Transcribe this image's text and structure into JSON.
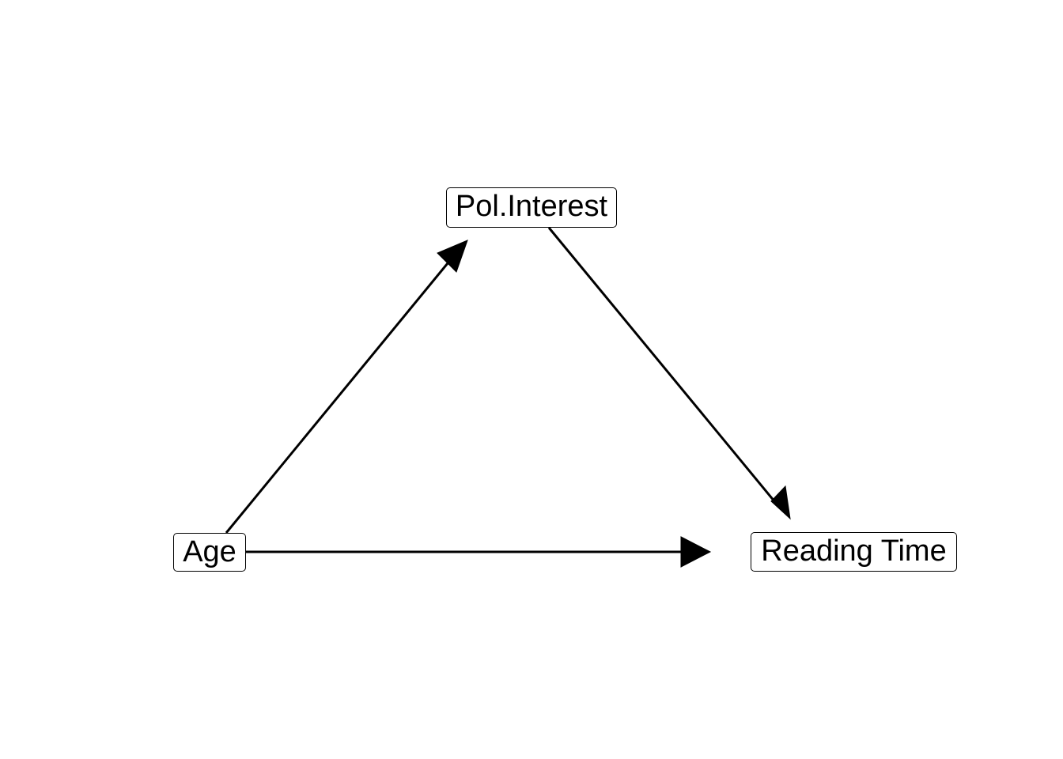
{
  "nodes": {
    "age": {
      "label": "Age"
    },
    "pol_interest": {
      "label": "Pol.Interest"
    },
    "reading_time": {
      "label": "Reading Time"
    }
  },
  "edges": [
    {
      "from": "Age",
      "to": "Pol.Interest"
    },
    {
      "from": "Pol.Interest",
      "to": "Reading Time"
    },
    {
      "from": "Age",
      "to": "Reading Time"
    }
  ],
  "colors": {
    "line": "#000000",
    "node_border": "#000000",
    "background": "#ffffff"
  }
}
